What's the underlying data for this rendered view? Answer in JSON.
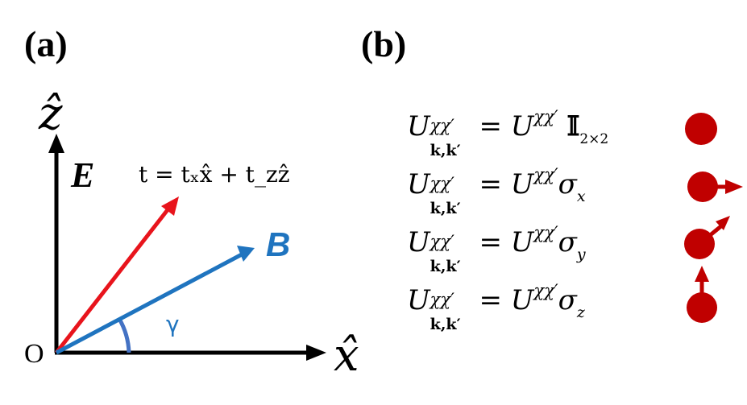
{
  "panel_a": {
    "label": "(a)",
    "axes": {
      "z_label": "ẑ",
      "x_label": "x̂",
      "origin_label": "O"
    },
    "vectors": {
      "E_label": "E",
      "t_label": "t = tₓx̂ + t_zẑ",
      "B_label": "B",
      "angle_label": "γ"
    },
    "colors": {
      "t_vector": "#e8141c",
      "B_vector": "#1f74bf",
      "angle_arc": "#4472c4",
      "axes": "#000000"
    }
  },
  "panel_b": {
    "label": "(b)",
    "equations": [
      {
        "lhs": "U",
        "sup": "χχ′",
        "sub": "k,k′",
        "rhs_U": "U",
        "rhs_sup": "χχ′",
        "rhs_op": "𝕀",
        "rhs_op_sub": "2×2"
      },
      {
        "lhs": "U",
        "sup": "χχ′",
        "sub": "k,k′",
        "rhs_U": "U",
        "rhs_sup": "χχ′",
        "rhs_op": "σ",
        "rhs_op_sub": "x"
      },
      {
        "lhs": "U",
        "sup": "χχ′",
        "sub": "k,k′",
        "rhs_U": "U",
        "rhs_sup": "χχ′",
        "rhs_op": "σ",
        "rhs_op_sub": "y"
      },
      {
        "lhs": "U",
        "sup": "χχ′",
        "sub": "k,k′",
        "rhs_U": "U",
        "rhs_sup": "χχ′",
        "rhs_op": "σ",
        "rhs_op_sub": "z"
      }
    ],
    "spin_icons": [
      "dot",
      "arrow-right",
      "arrow-up-right",
      "arrow-up"
    ],
    "spin_color": "#c00000"
  }
}
